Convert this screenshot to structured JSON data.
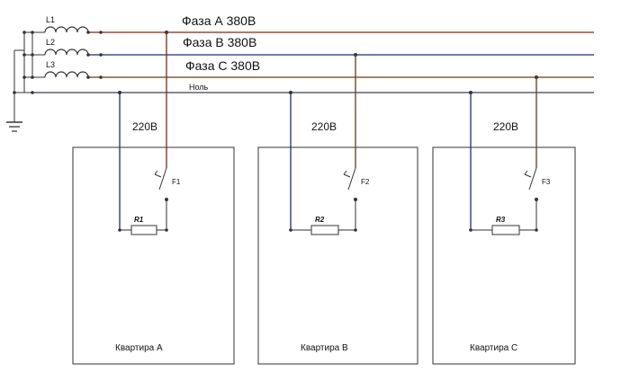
{
  "colors": {
    "line_a": "#7a2a14",
    "line_b": "#1b2f6b",
    "line_c": "#6b3a12",
    "neutral": "#3a3a6a",
    "wire": "#333333"
  },
  "source": {
    "coils": [
      "L1",
      "L2",
      "L3"
    ],
    "ground_icon": "ground-icon"
  },
  "lines": {
    "a": "Фаза А  380В",
    "b": "Фаза В  380В",
    "c": "Фаза С  380В",
    "n": "Ноль"
  },
  "apartments": [
    {
      "name": "Квартира А",
      "voltage": "220В",
      "resistor": "R1",
      "switch": "F1"
    },
    {
      "name": "Квартира В",
      "voltage": "220В",
      "resistor": "R2",
      "switch": "F2"
    },
    {
      "name": "Квартира С",
      "voltage": "220В",
      "resistor": "R3",
      "switch": "F3"
    }
  ]
}
